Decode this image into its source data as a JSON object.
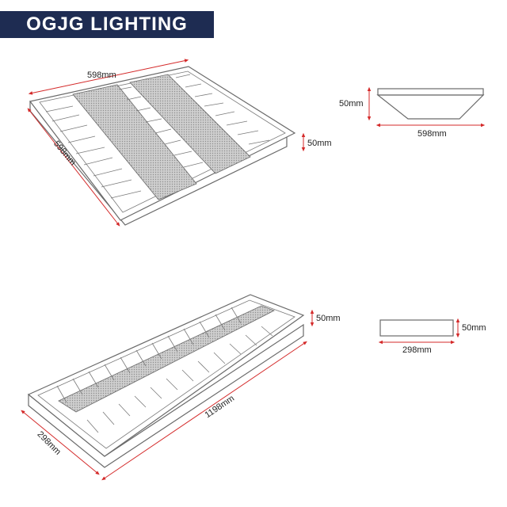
{
  "brand": {
    "logo_text": "OGJG LIGHTING",
    "bg_color": "#1e2c52",
    "text_color": "#ffffff"
  },
  "dimension_color": "#d42a2a",
  "panel_600": {
    "width_label": "598mm",
    "depth_label": "598mm",
    "height_label": "50mm",
    "profile": {
      "height_label": "50mm",
      "width_label": "598mm"
    }
  },
  "panel_1200": {
    "length_label": "1198mm",
    "width_label": "298mm",
    "height_label": "50mm",
    "profile": {
      "height_label": "50mm",
      "width_label": "298mm"
    }
  }
}
